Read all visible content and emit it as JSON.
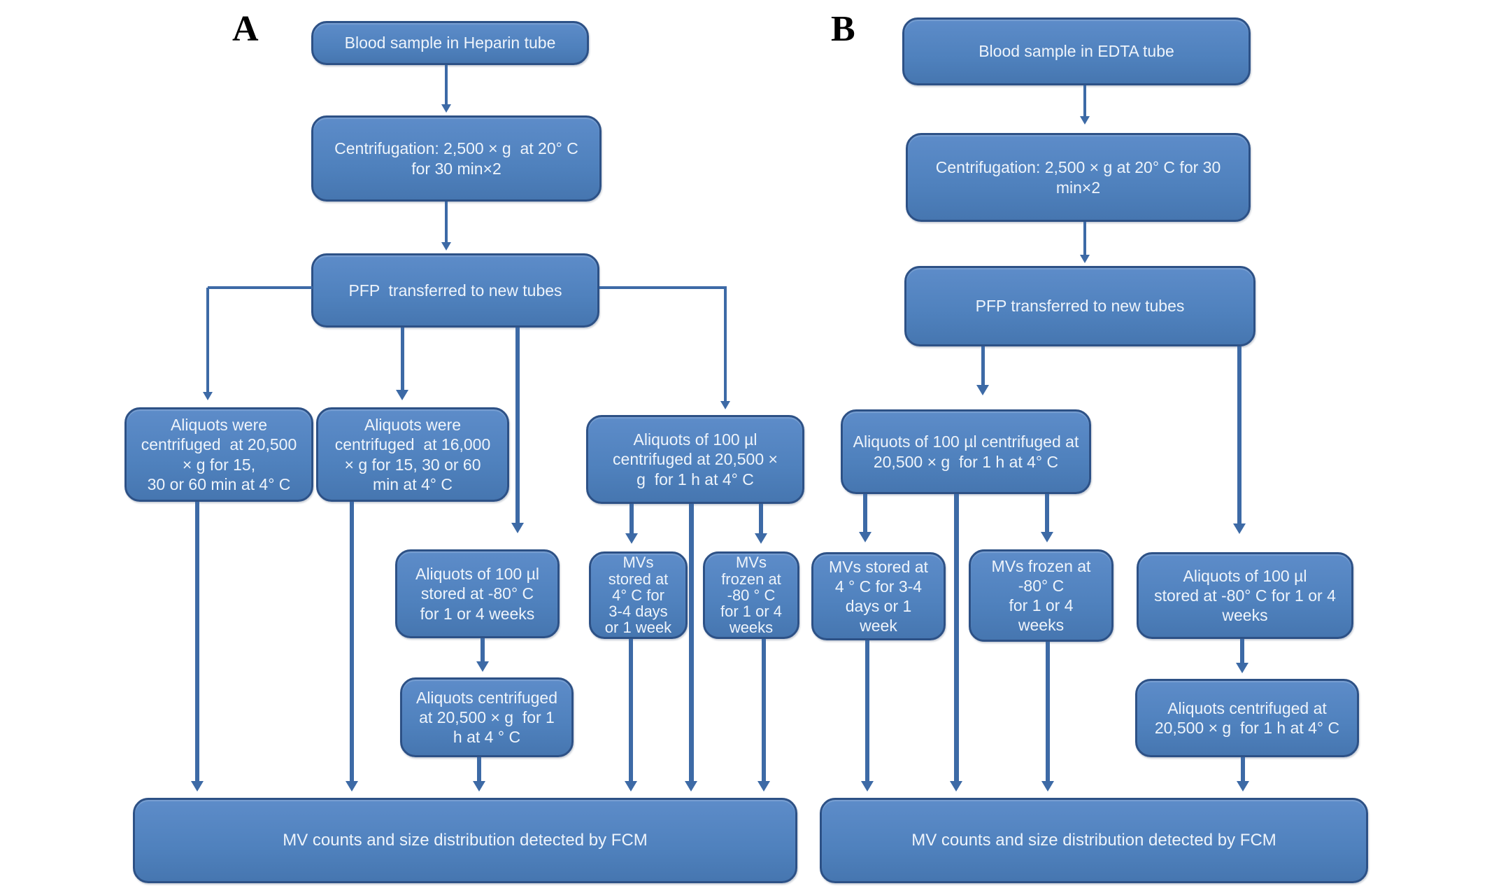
{
  "theme": {
    "background": "#ffffff",
    "node_fill": "#4f81bd",
    "node_fill_top": "#5d8cc9",
    "node_fill_bottom": "#4676b0",
    "node_border": "#2d5186",
    "connector": "#3d6aa6",
    "text_color": "#eef4fb",
    "label_color": "#000000"
  },
  "panelA": {
    "label": "A",
    "nodes": {
      "blood": {
        "text": "Blood sample in Heparin tube"
      },
      "centrifugation": {
        "text": "Centrifugation: 2,500 × g  at 20° C\nfor 30 min×2"
      },
      "pfp": {
        "text": "PFP  transferred to new tubes"
      },
      "c20500": {
        "text": "Aliquots were\ncentrifuged  at 20,500\n× g for 15,\n30 or 60 min at 4° C"
      },
      "c16000": {
        "text": "Aliquots were\ncentrifuged  at 16,000\n× g for 15, 30 or 60\nmin at 4° C"
      },
      "c100ul": {
        "text": "Aliquots of 100 µl\ncentrifuged at 20,500 ×\ng  for 1 h at 4° C"
      },
      "stored80": {
        "text": "Aliquots of 100 µl\nstored at -80° C\nfor 1 or 4 weeks"
      },
      "mvs_stored": {
        "text": "MVs\nstored at\n4° C for\n3-4 days\nor 1 week"
      },
      "mvs_frozen": {
        "text": "MVs\nfrozen at\n-80 ° C\nfor 1 or 4\nweeks"
      },
      "recentrifuged": {
        "text": "Aliquots centrifuged\nat 20,500 × g  for 1\nh at 4 ° C"
      },
      "fcm": {
        "text": "MV counts and size distribution detected by FCM"
      }
    }
  },
  "panelB": {
    "label": "B",
    "nodes": {
      "blood": {
        "text": "Blood sample in EDTA tube"
      },
      "centrifugation": {
        "text": "Centrifugation: 2,500 × g at 20° C for 30\nmin×2"
      },
      "pfp": {
        "text": "PFP transferred to new tubes"
      },
      "c100ul": {
        "text": "Aliquots of 100 µl centrifuged at\n20,500 × g  for 1 h at 4° C"
      },
      "mvs_stored": {
        "text": "MVs stored at\n4 ° C for 3-4\ndays or 1\nweek"
      },
      "mvs_frozen": {
        "text": "MVs frozen at\n-80° C\nfor 1 or 4\nweeks"
      },
      "stored80": {
        "text": "Aliquots of 100 µl\nstored at -80° C for 1 or 4\nweeks"
      },
      "recentrifuged": {
        "text": "Aliquots centrifuged at\n20,500 × g  for 1 h at 4° C"
      },
      "fcm": {
        "text": "MV counts and size distribution detected by FCM"
      }
    }
  }
}
